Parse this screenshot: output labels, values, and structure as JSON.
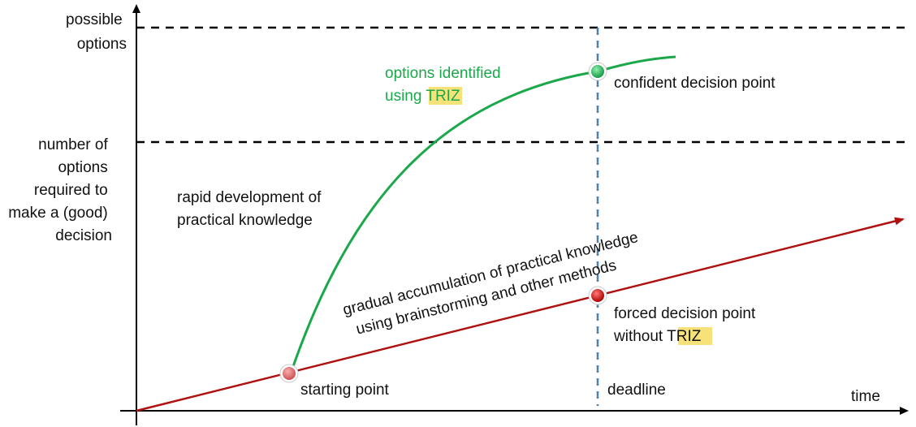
{
  "diagram": {
    "y_axis_label": {
      "possible_options": [
        "possible",
        "options"
      ],
      "required": [
        "number of",
        "options",
        "required to",
        "make a (good)",
        "decision"
      ]
    },
    "x_axis_label": "time",
    "annotations": {
      "triz_curve_line1": "options identified",
      "triz_curve_line2_prefix": "using ",
      "triz_keyword": "TRIZ",
      "rapid_line1": "rapid development of",
      "rapid_line2": "practical knowledge",
      "gradual_line1": "gradual accumulation of practical knowledge",
      "gradual_line2": "using brainstorming and other methods",
      "confident_point": "confident decision point",
      "forced_line1": "forced decision point",
      "forced_line2_prefix": "without ",
      "starting_point": "starting point",
      "deadline": "deadline"
    },
    "colors": {
      "triz_curve": "#1aa84a",
      "triz_text": "#1aa84a",
      "baseline": "#b01010",
      "deadline_line": "#4a7fb0",
      "axis": "#000000",
      "highlight": "#f7e27a",
      "green_dot": "#22c05a",
      "red_dot": "#d01010",
      "start_dot": "#e06a6a"
    }
  }
}
